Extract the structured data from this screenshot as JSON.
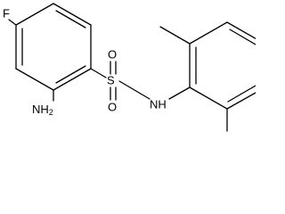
{
  "structure": {
    "labels": {
      "fluorine": "F",
      "amino_main": "NH",
      "amino_sub": "2",
      "sulfur": "S",
      "oxygen_top": "O",
      "oxygen_bottom": "O",
      "nitrogen_main": "NH"
    }
  }
}
